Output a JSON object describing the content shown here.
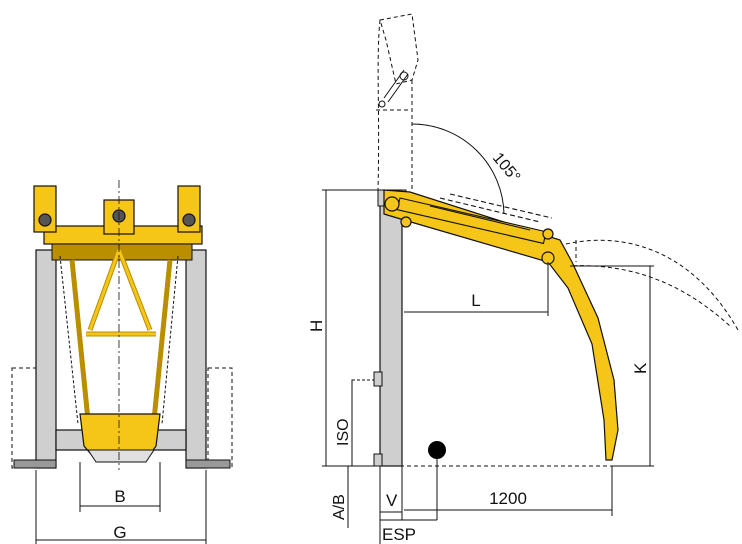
{
  "colors": {
    "yellow": "#f5c518",
    "yellow_dark": "#b98f00",
    "grey": "#cfcfcf",
    "grey_dark": "#555555",
    "line": "#111111"
  },
  "front_view": {
    "labels": {
      "b": "B",
      "g": "G"
    }
  },
  "side_view": {
    "labels": {
      "angle": "105°",
      "h": "H",
      "l": "L",
      "k": "K",
      "iso": "ISO",
      "ab": "A/B",
      "v": "V",
      "esp": "ESP",
      "length": "1200"
    }
  }
}
